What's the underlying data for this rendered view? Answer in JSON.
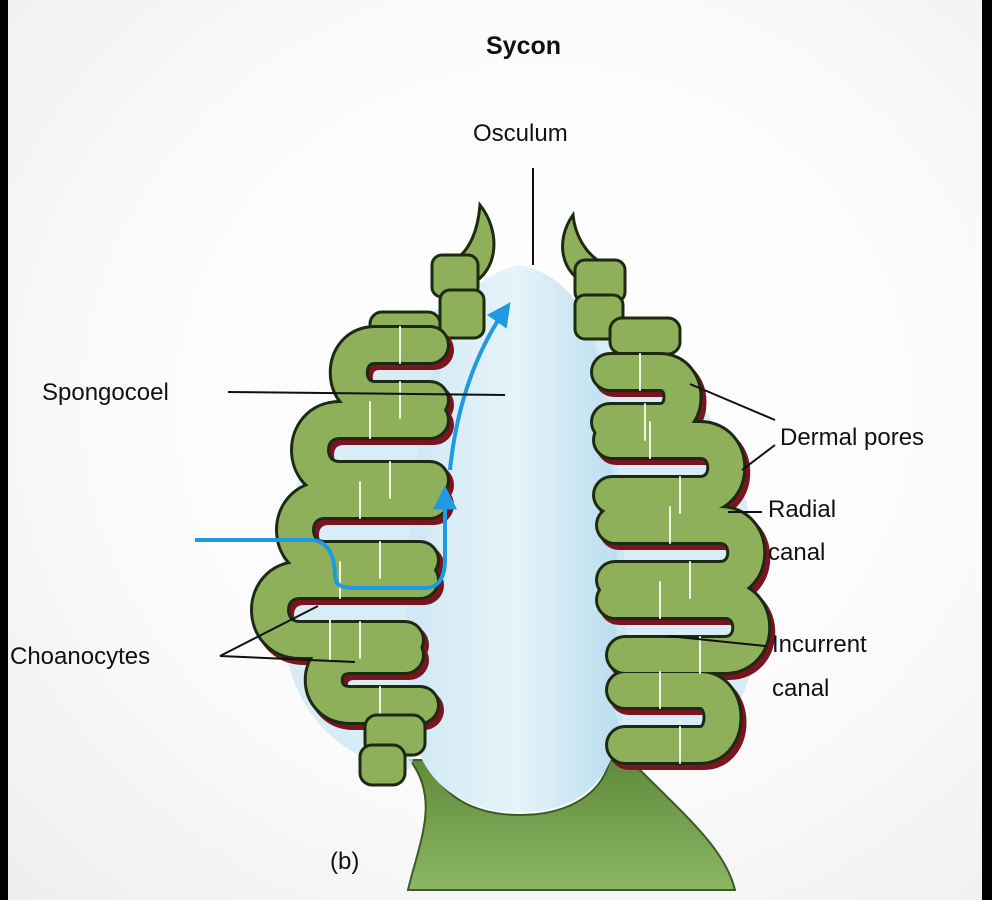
{
  "title": "Sycon",
  "panel_label": "(b)",
  "labels": {
    "osculum": "Osculum",
    "spongocoel": "Spongocoel",
    "dermal_pores": "Dermal pores",
    "radial_canal": [
      "Radial",
      "canal"
    ],
    "choanocytes": "Choanocytes",
    "incurrent_canal": [
      "Incurrent",
      "canal"
    ]
  },
  "colors": {
    "cell_fill": "#8fb05a",
    "cell_outline": "#1d2a12",
    "cell_shadow": "#7a1420",
    "cavity": "#bfe0f0",
    "flow_arrow": "#1e9be0",
    "base": "#6f9a45"
  }
}
